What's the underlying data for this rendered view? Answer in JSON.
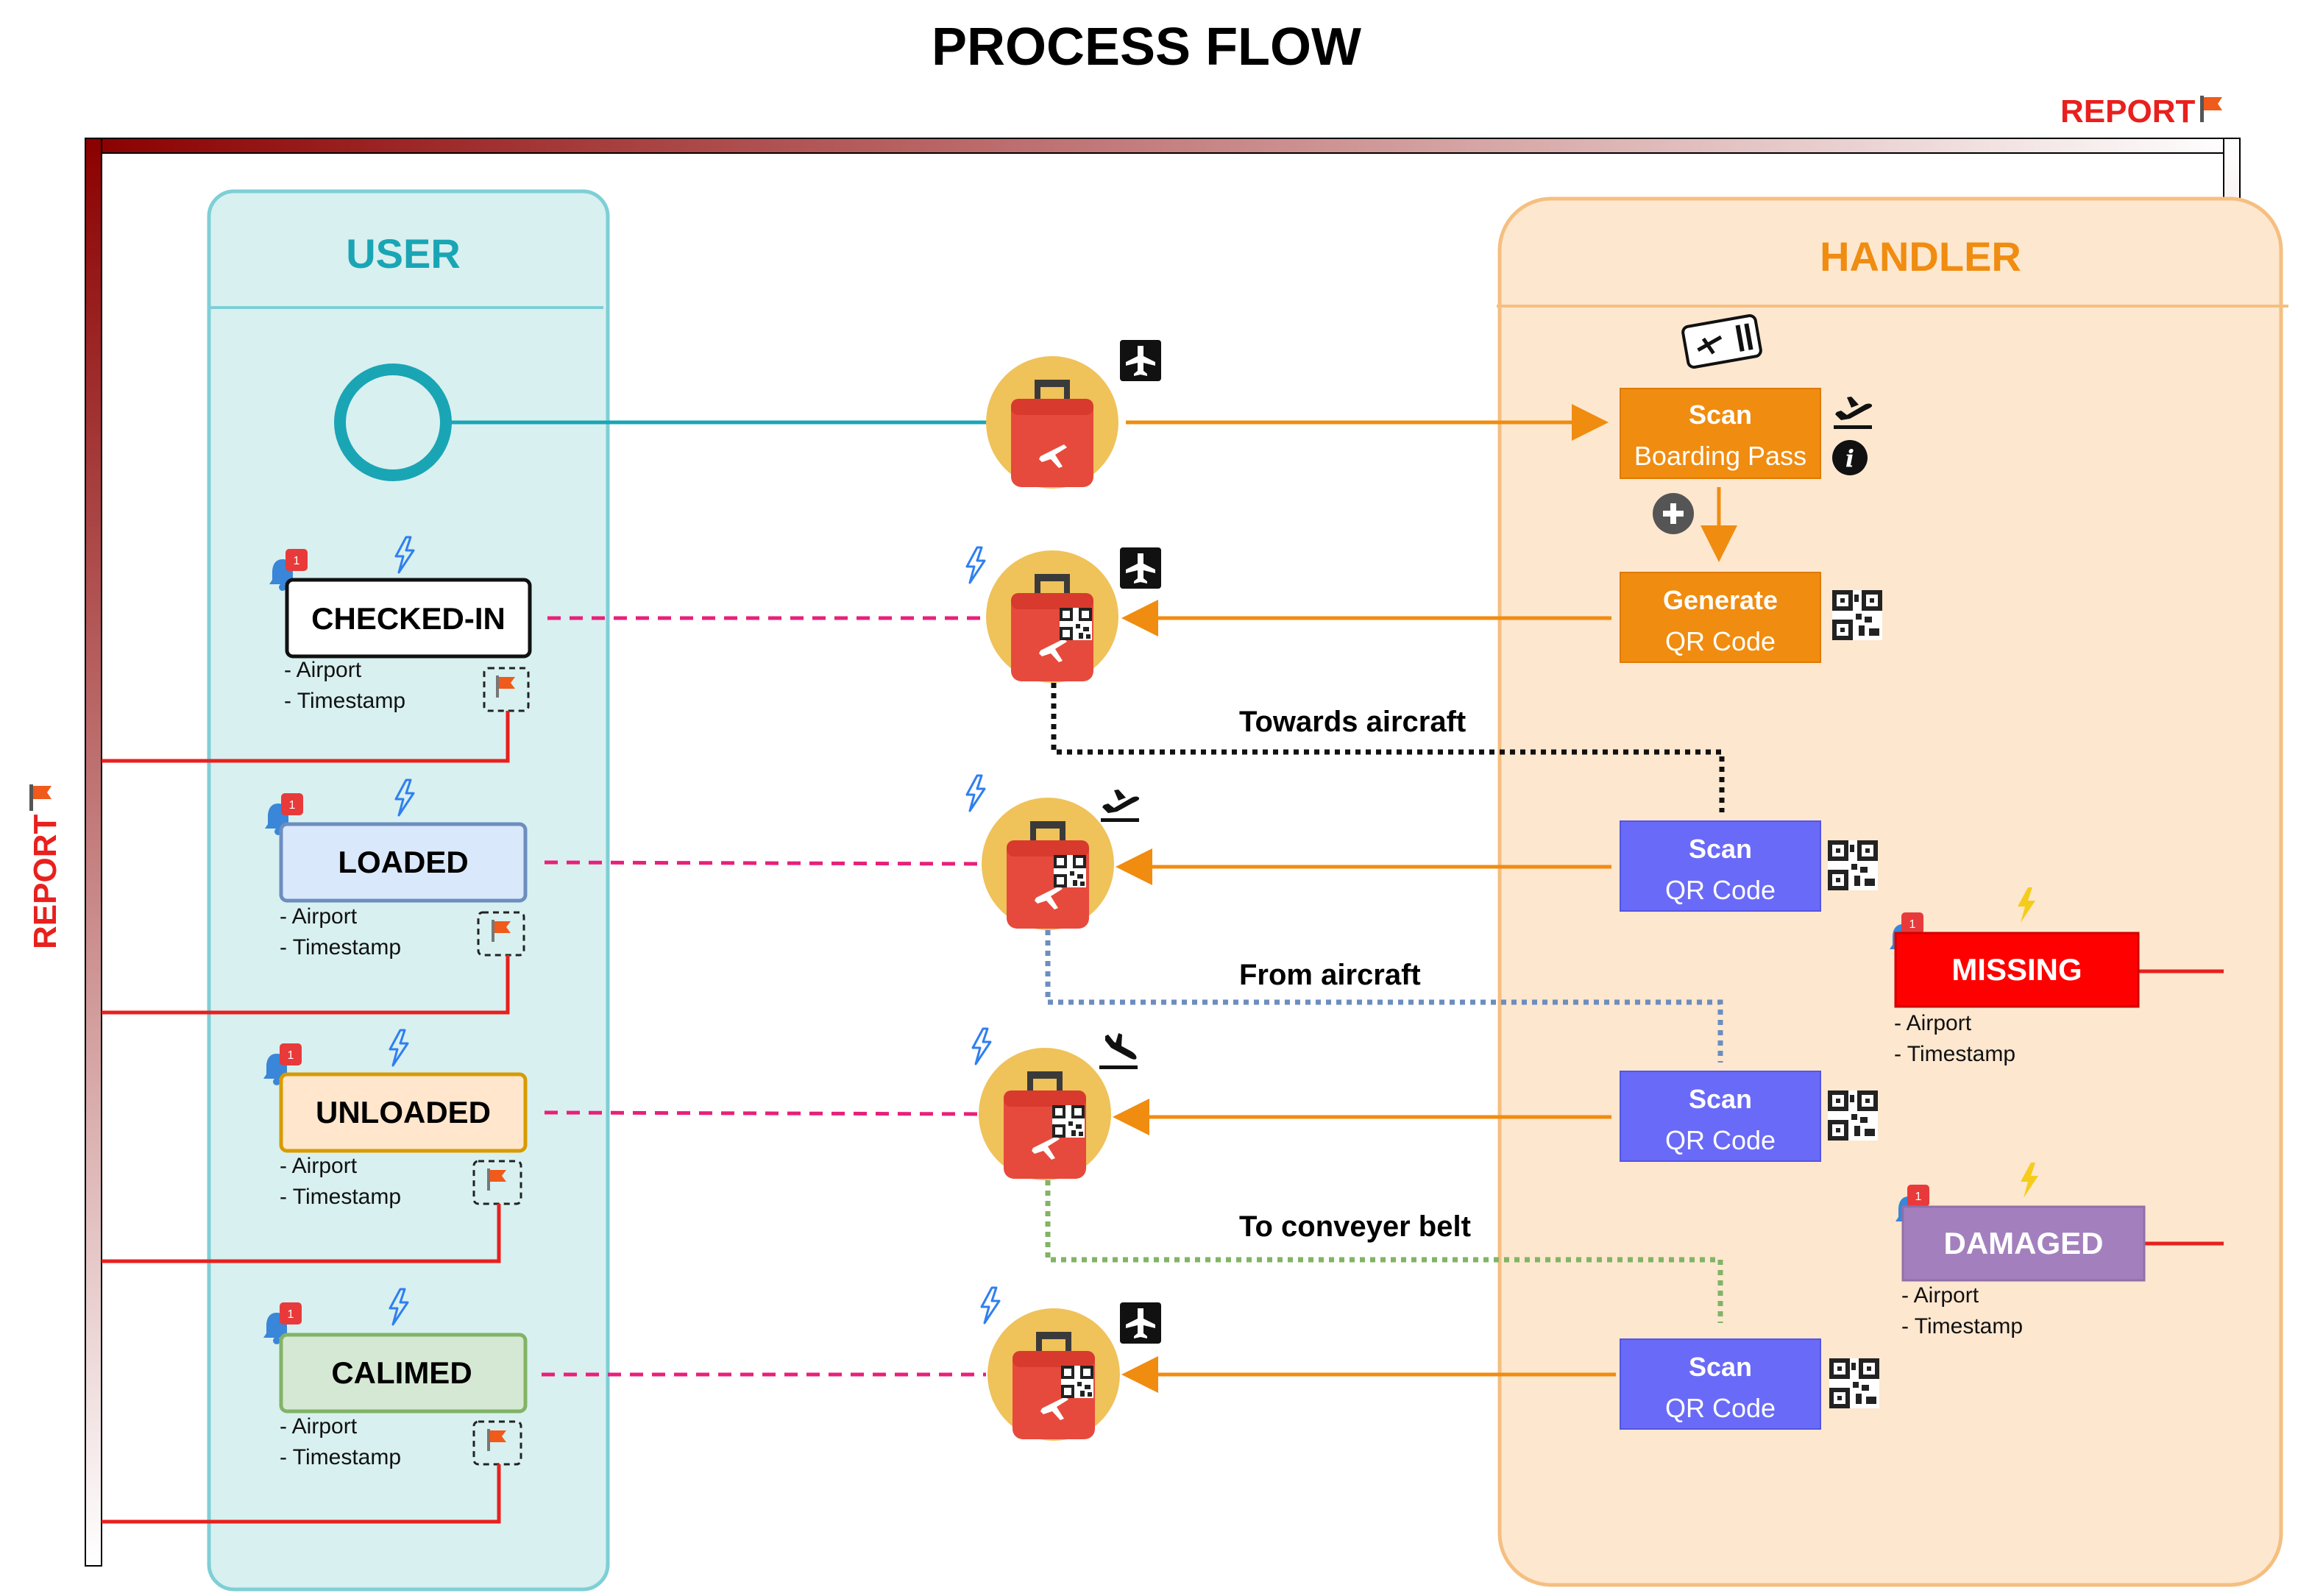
{
  "title": "PROCESS FLOW",
  "report_label": "REPORT",
  "lanes": {
    "user": "USER",
    "handler": "HANDLER"
  },
  "states": [
    {
      "id": "checked_in",
      "label": "CHECKED-IN",
      "meta": [
        "- Airport",
        "- Timestamp"
      ],
      "badge": "1"
    },
    {
      "id": "loaded",
      "label": "LOADED",
      "meta": [
        "- Airport",
        "- Timestamp"
      ],
      "badge": "1"
    },
    {
      "id": "unloaded",
      "label": "UNLOADED",
      "meta": [
        "- Airport",
        "- Timestamp"
      ],
      "badge": "1"
    },
    {
      "id": "claimed",
      "label": "CALIMED",
      "meta": [
        "- Airport",
        "- Timestamp"
      ],
      "badge": "1"
    }
  ],
  "handler_actions": [
    {
      "line1": "Scan",
      "line2": "Boarding Pass"
    },
    {
      "line1": "Generate",
      "line2": "QR Code"
    },
    {
      "line1": "Scan",
      "line2": "QR Code"
    },
    {
      "line1": "Scan",
      "line2": "QR Code"
    },
    {
      "line1": "Scan",
      "line2": "QR Code"
    }
  ],
  "exceptions": [
    {
      "label": "MISSING",
      "meta": [
        "- Airport",
        "- Timestamp"
      ],
      "badge": "1"
    },
    {
      "label": "DAMAGED",
      "meta": [
        "- Airport",
        "- Timestamp"
      ],
      "badge": "1"
    }
  ],
  "edge_labels": {
    "towards": "Towards aircraft",
    "from": "From aircraft",
    "conveyor": "To conveyer belt"
  },
  "colors": {
    "user_lane": "#d8f0f0",
    "user_accent": "#1aa5b5",
    "handler_lane": "#fde7cf",
    "handler_accent": "#f08c10",
    "scan_blue": "#6a6af8",
    "missing": "#ff0000",
    "damaged": "#a380bd",
    "report_red": "#e8201e",
    "link_pink": "#e8207a"
  },
  "icons": [
    "airplane-icon",
    "departure-icon",
    "arrival-icon",
    "qr-code-icon",
    "boarding-pass-icon",
    "info-icon",
    "plus-icon",
    "lightning-icon",
    "bell-icon",
    "flag-icon",
    "luggage-icon"
  ]
}
